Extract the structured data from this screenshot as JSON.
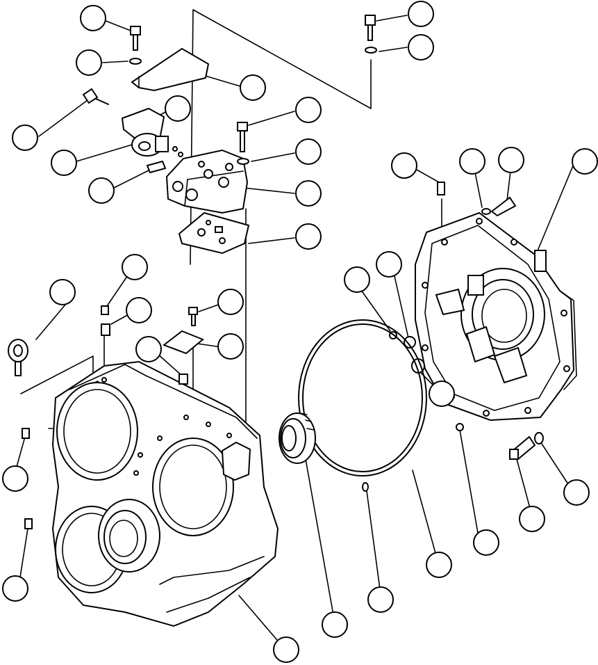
{
  "diagram": {
    "callouts": [
      {
        "id": "c1"
      },
      {
        "id": "c2"
      },
      {
        "id": "c3"
      },
      {
        "id": "c4"
      },
      {
        "id": "c5"
      },
      {
        "id": "c6"
      },
      {
        "id": "c7"
      },
      {
        "id": "c8"
      },
      {
        "id": "c9"
      },
      {
        "id": "c10"
      },
      {
        "id": "c11"
      },
      {
        "id": "c12"
      },
      {
        "id": "c13"
      },
      {
        "id": "c14"
      },
      {
        "id": "c15"
      },
      {
        "id": "c16"
      },
      {
        "id": "c17"
      },
      {
        "id": "c18"
      },
      {
        "id": "c19"
      },
      {
        "id": "c20"
      },
      {
        "id": "c21"
      },
      {
        "id": "c22"
      },
      {
        "id": "c23"
      },
      {
        "id": "c24"
      },
      {
        "id": "c25"
      },
      {
        "id": "c26"
      },
      {
        "id": "c27"
      },
      {
        "id": "c28"
      },
      {
        "id": "c29"
      },
      {
        "id": "c30"
      },
      {
        "id": "c31"
      },
      {
        "id": "c32"
      },
      {
        "id": "c33"
      },
      {
        "id": "c34"
      },
      {
        "id": "c35"
      },
      {
        "id": "c36"
      },
      {
        "id": "c37"
      },
      {
        "id": "c38"
      }
    ]
  }
}
